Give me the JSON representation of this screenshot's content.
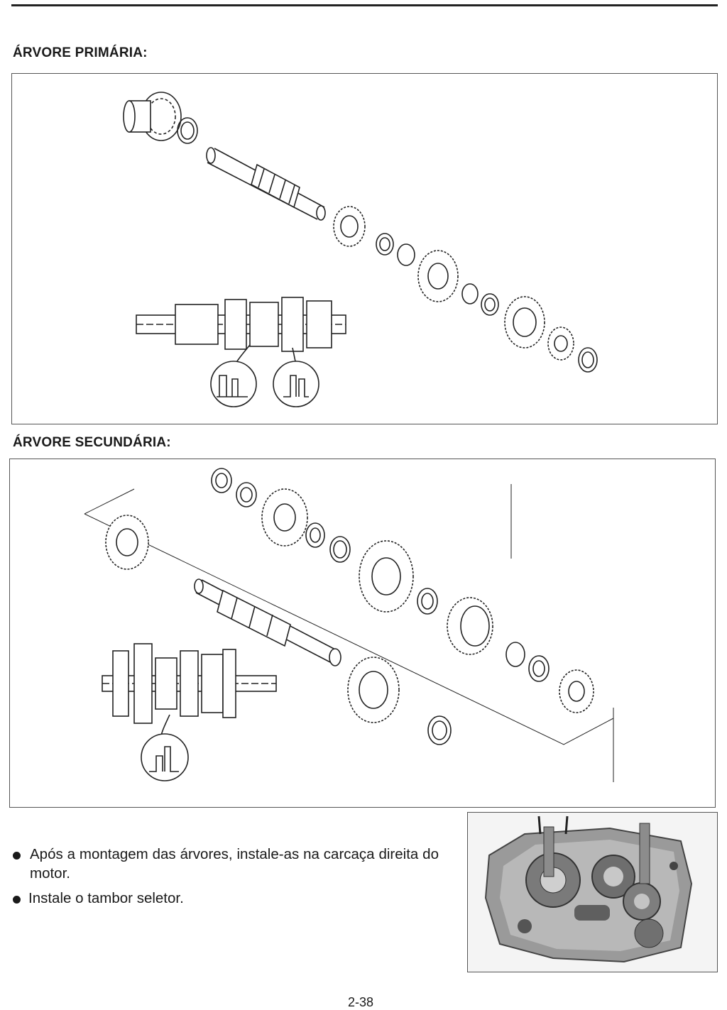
{
  "sections": {
    "primary_title": "ÁRVORE PRIMÁRIA:",
    "secondary_title": "ÁRVORE SECUNDÁRIA:"
  },
  "instructions": [
    "Após a montagem das árvores, instale-as na carcaça direita do motor.",
    "Instale o tambor seletor."
  ],
  "page_number": "2-38",
  "figures": {
    "primary_icon": "exploded-gear-shaft-diagram",
    "secondary_icon": "exploded-gear-shaft-diagram",
    "photo_icon": "engine-case-gearbox-photo"
  }
}
